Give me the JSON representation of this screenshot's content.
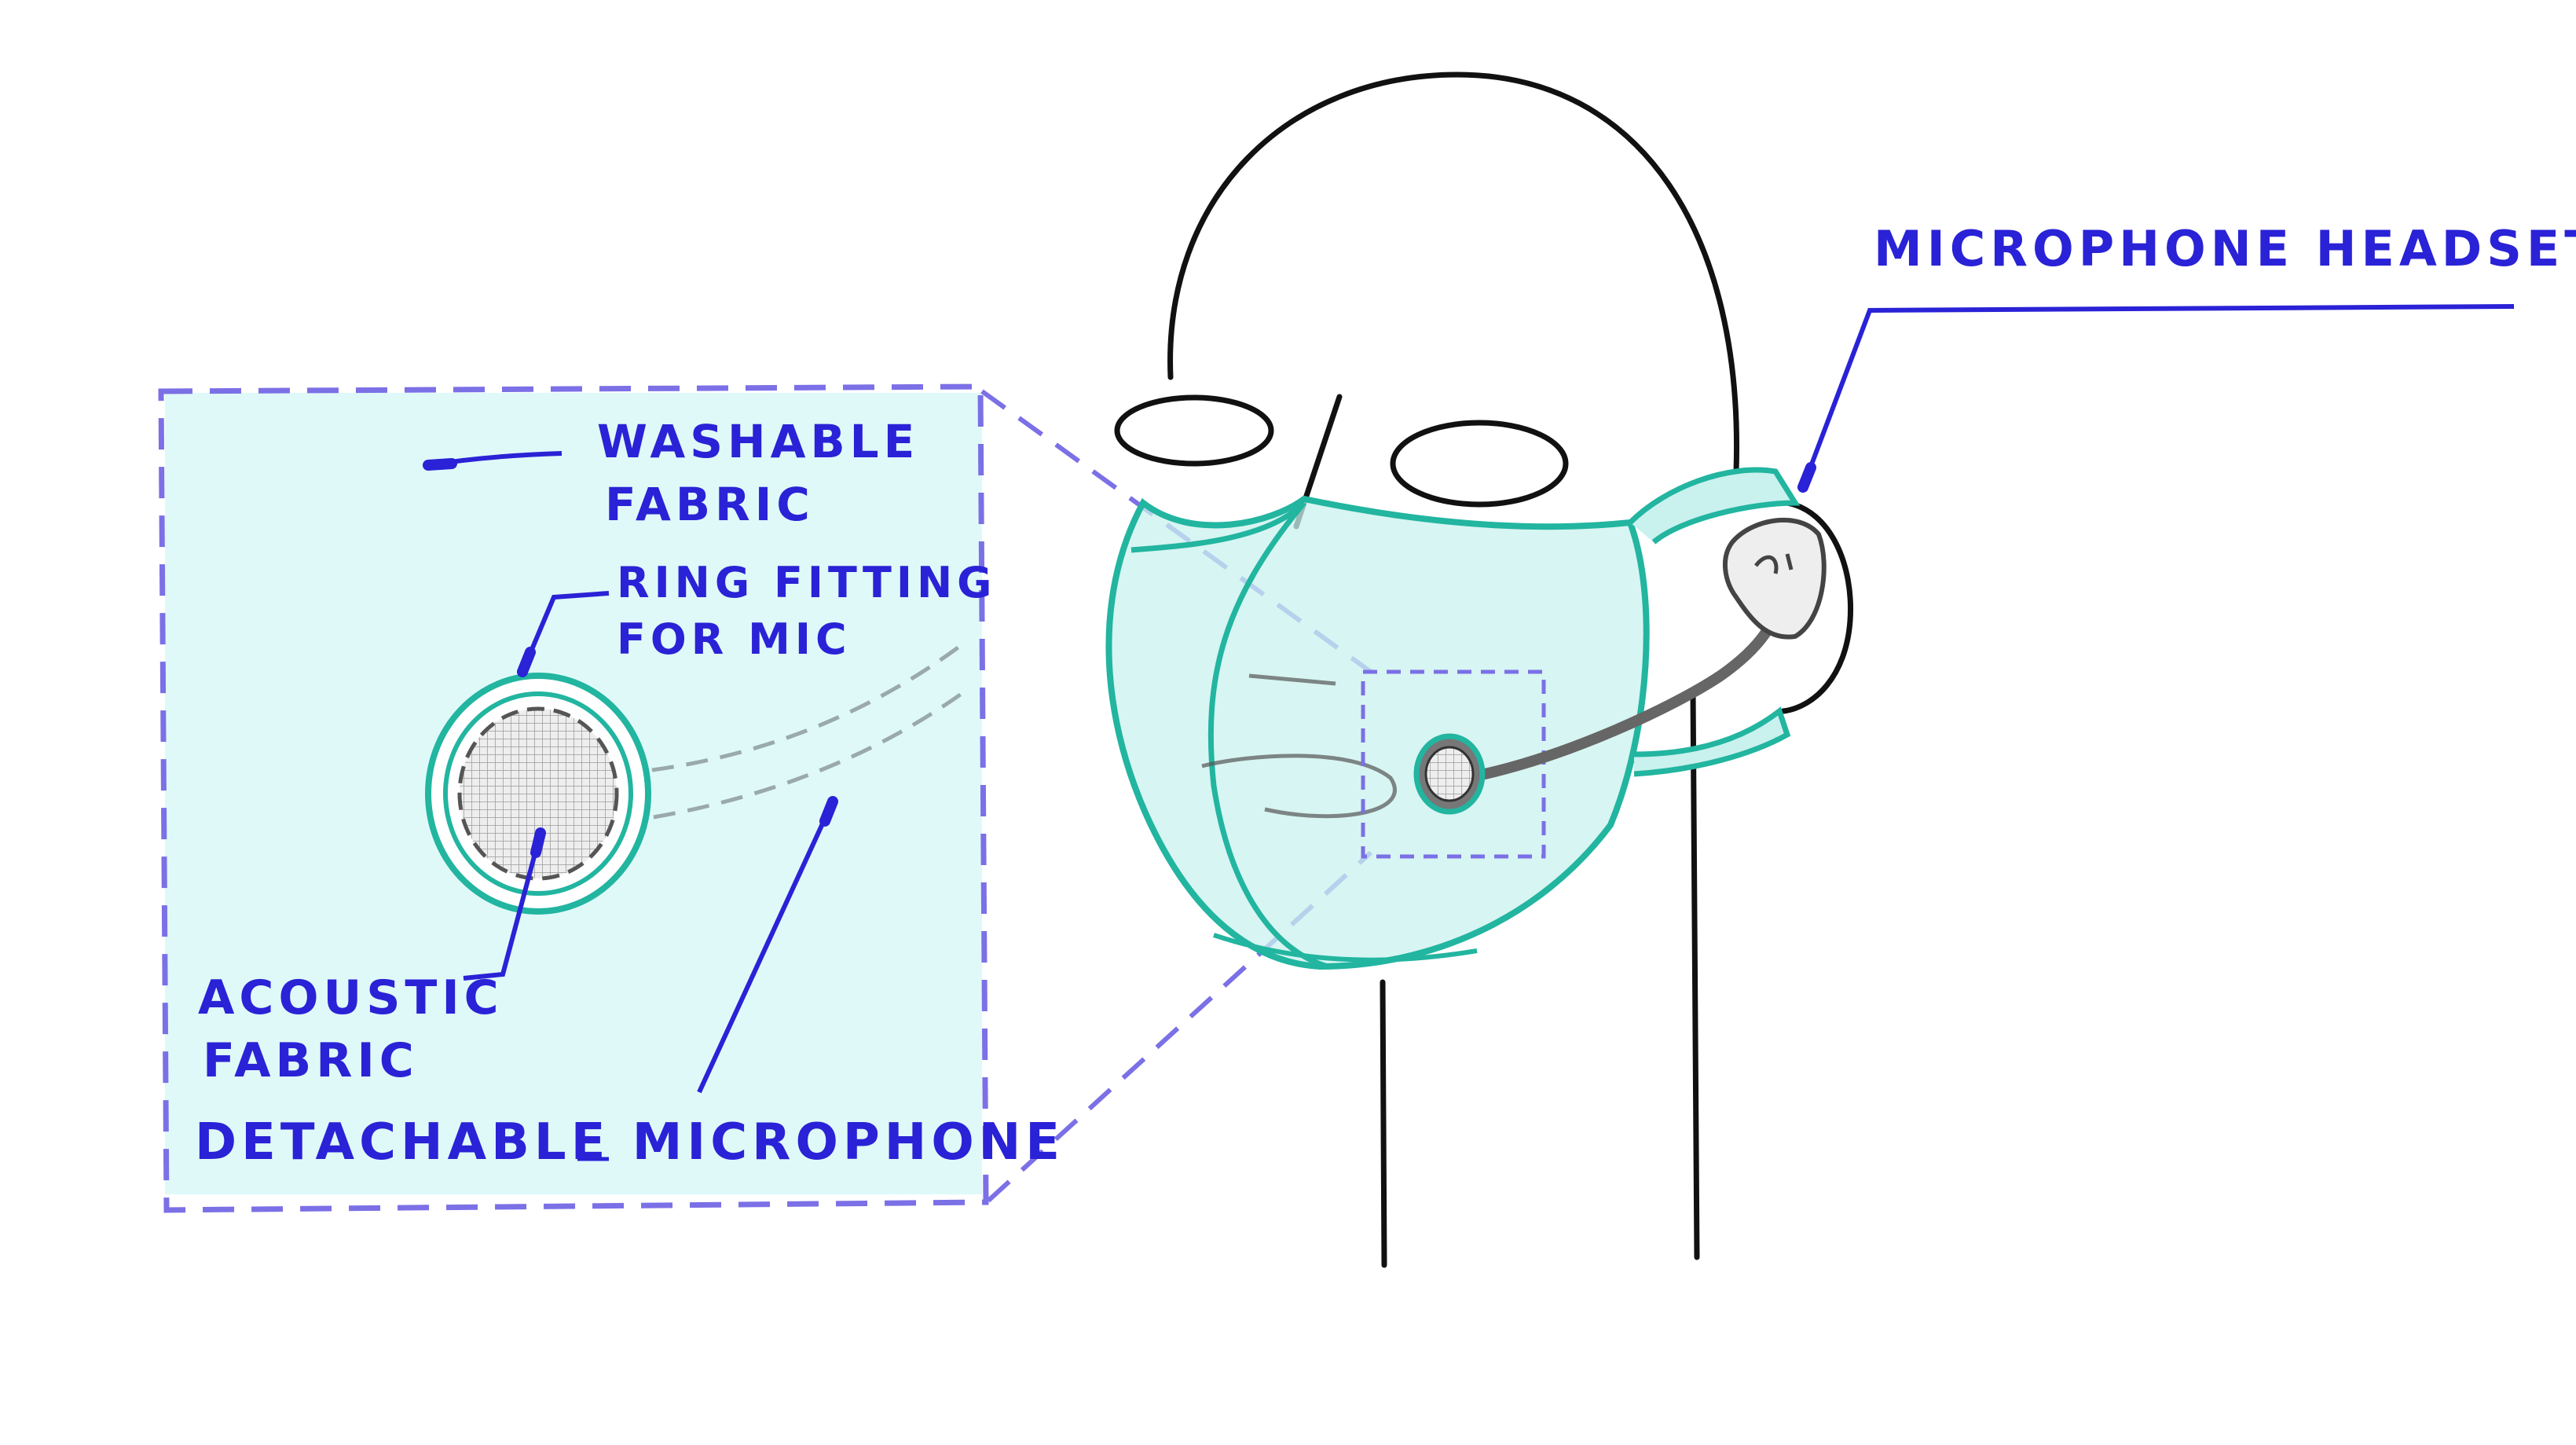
{
  "colors": {
    "ink": "#111111",
    "annotation": "#2a22d6",
    "mask_fill": "#c9f1ee",
    "mask_stroke": "#22b5a0",
    "panel_fill": "#d9f8f8",
    "dash": "#7b70e6",
    "mic_gray": "#666666"
  },
  "labels": {
    "microphone_headset": "MICROPHONE HEADSET",
    "washable_fabric_line1": "WASHABLE",
    "washable_fabric_line2": "FABRIC",
    "ring_fitting_line1": "RING FITTING",
    "ring_fitting_line2": "FOR MIC",
    "acoustic_fabric_line1": "ACOUSTIC",
    "acoustic_fabric_line2": "FABRIC",
    "detachable_microphone": "DETACHABLE MICROPHONE"
  }
}
